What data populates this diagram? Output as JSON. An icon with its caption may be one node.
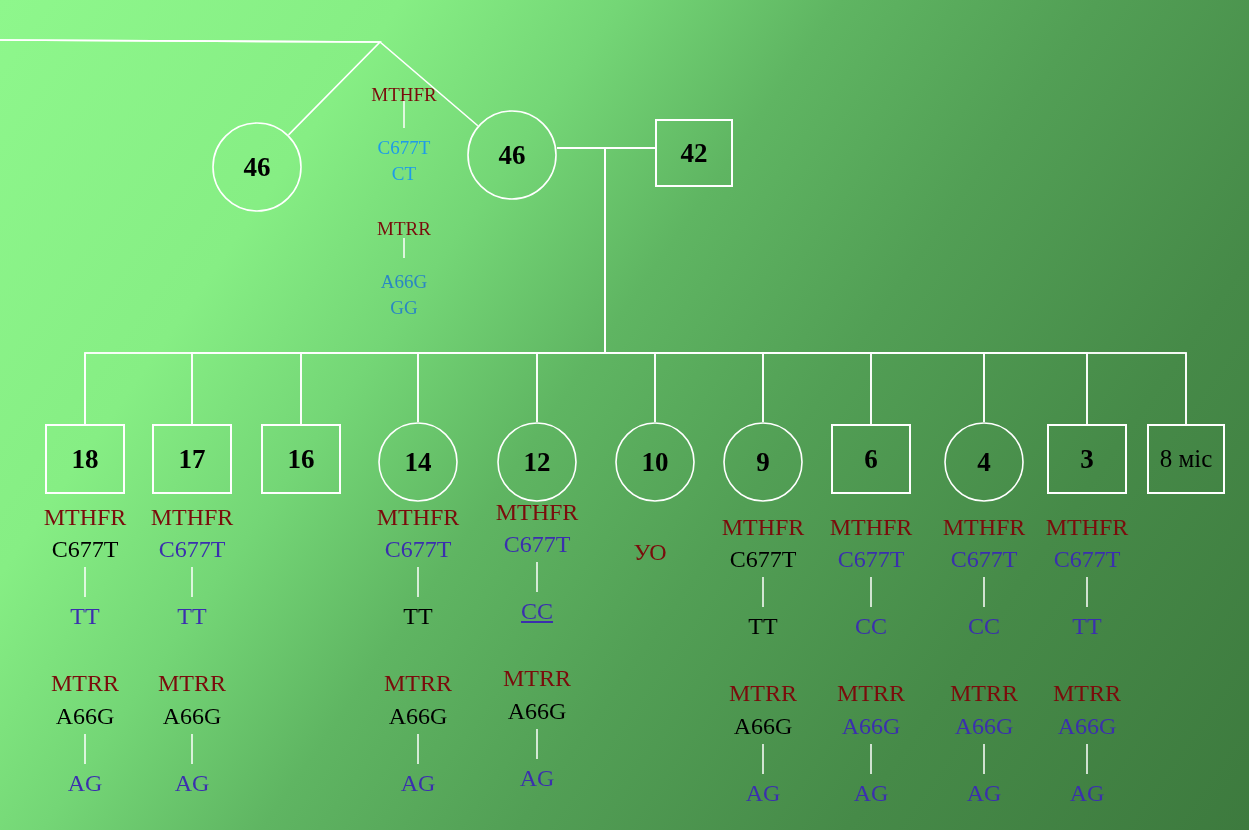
{
  "diagram": {
    "nodes": [
      {
        "text": [
          "46"
        ]
      },
      {
        "text": [
          "46"
        ]
      },
      {
        "text": [
          "42"
        ]
      },
      {
        "text": [
          "18"
        ],
        "beside": [
          "MTHFR",
          "C677T",
          "TT",
          "MTRR",
          "A66G",
          "AG"
        ]
      },
      {
        "text": [
          "17"
        ],
        "beside": [
          "MTHFR",
          "C677T",
          "TT",
          "MTRR",
          "A66G",
          "AG"
        ]
      },
      {
        "text": [
          "16"
        ]
      },
      {
        "text": [
          "14"
        ],
        "beside": [
          "MTHFR",
          "C677T",
          "TT",
          "MTRR",
          "A66G",
          "AG"
        ]
      },
      {
        "text": [
          "12"
        ],
        "beside": [
          "MTHFR",
          "C677T",
          "CC",
          "MTRR",
          "A66G",
          "AG"
        ]
      },
      {
        "text": [
          "10"
        ],
        "beside": [
          "УО"
        ]
      },
      {
        "text": [
          "9"
        ],
        "beside": [
          "MTHFR",
          "C677T",
          "TT",
          "MTRR",
          "A66G",
          "AG"
        ]
      },
      {
        "text": [
          "6"
        ],
        "beside": [
          "MTHFR",
          "C677T",
          "CC",
          "MTRR",
          "A66G",
          "AG"
        ]
      },
      {
        "text": [
          "4"
        ],
        "beside": [
          "MTHFR",
          "C677T",
          "CC",
          "MTRR",
          "A66G",
          "AG"
        ]
      },
      {
        "text": [
          "3"
        ],
        "beside": [
          "MTHFR",
          "C677T",
          "TT",
          "MTRR",
          "A66G",
          "AG"
        ]
      },
      {
        "text": [
          "8 міс"
        ]
      }
    ],
    "edges": [
      {
        "from": null,
        "to": 0,
        "arrow": "none"
      },
      {
        "from": null,
        "to": 1,
        "arrow": "none"
      },
      {
        "from": 1,
        "to": 2,
        "arrow": "none"
      },
      {
        "from": 1,
        "to": 3,
        "arrow": "none"
      },
      {
        "from": 1,
        "to": 4,
        "arrow": "none"
      },
      {
        "from": 1,
        "to": 5,
        "arrow": "none"
      },
      {
        "from": 1,
        "to": 6,
        "arrow": "none"
      },
      {
        "from": 1,
        "to": 7,
        "arrow": "none"
      },
      {
        "from": 1,
        "to": 8,
        "arrow": "none"
      },
      {
        "from": 1,
        "to": 9,
        "arrow": "none"
      },
      {
        "from": 1,
        "to": 10,
        "arrow": "none"
      },
      {
        "from": 1,
        "to": 11,
        "arrow": "none"
      },
      {
        "from": 1,
        "to": 12,
        "arrow": "none"
      },
      {
        "from": 1,
        "to": 13,
        "arrow": "none"
      },
      {
        "from": 2,
        "to": 3,
        "arrow": "none"
      },
      {
        "from": 2,
        "to": 4,
        "arrow": "none"
      },
      {
        "from": 2,
        "to": 5,
        "arrow": "none"
      },
      {
        "from": 2,
        "to": 6,
        "arrow": "none"
      },
      {
        "from": 2,
        "to": 7,
        "arrow": "none"
      },
      {
        "from": 2,
        "to": 8,
        "arrow": "none"
      },
      {
        "from": 2,
        "to": 9,
        "arrow": "none"
      },
      {
        "from": 2,
        "to": 10,
        "arrow": "none"
      },
      {
        "from": 2,
        "to": 11,
        "arrow": "none"
      },
      {
        "from": 2,
        "to": 12,
        "arrow": "none"
      },
      {
        "from": 2,
        "to": 13,
        "arrow": "none"
      }
    ],
    "labels": [
      "MTHFR",
      "C677T CT",
      "MTRR",
      "A66G GG"
    ]
  }
}
